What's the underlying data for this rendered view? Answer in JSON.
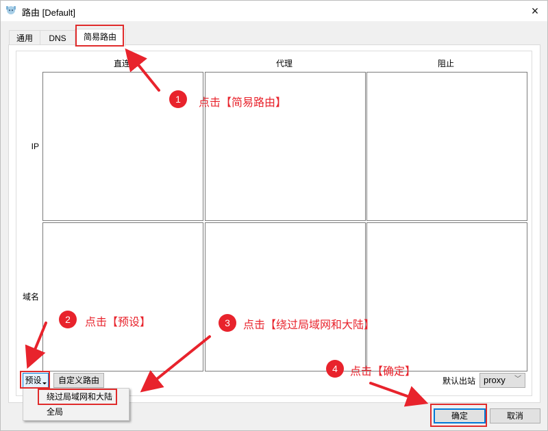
{
  "window": {
    "title": "路由 [Default]",
    "close_icon": "×"
  },
  "tabs": [
    {
      "label": "通用",
      "active": false
    },
    {
      "label": "DNS",
      "active": false
    },
    {
      "label": "简易路由",
      "active": true
    }
  ],
  "routing": {
    "columns": [
      "直连",
      "代理",
      "阻止"
    ],
    "rows": [
      "IP",
      "域名"
    ]
  },
  "buttons": {
    "preset": "预设",
    "custom_route": "自定义路由",
    "ok": "确定",
    "cancel": "取消"
  },
  "preset_menu": {
    "items": [
      {
        "label": "绕过局域网和大陆",
        "highlighted": true
      },
      {
        "label": "全局",
        "highlighted": false
      }
    ]
  },
  "default_outbound": {
    "label": "默认出站",
    "value": "proxy"
  },
  "annotations": [
    {
      "step": "1",
      "text": "点击【简易路由】"
    },
    {
      "step": "2",
      "text": "点击【预设】"
    },
    {
      "step": "3",
      "text": "点击【绕过局域网和大陆】"
    },
    {
      "step": "4",
      "text": "点击【确定】"
    }
  ],
  "colors": {
    "annotation_red": "#e8232c",
    "focus_blue": "#0078d7"
  }
}
